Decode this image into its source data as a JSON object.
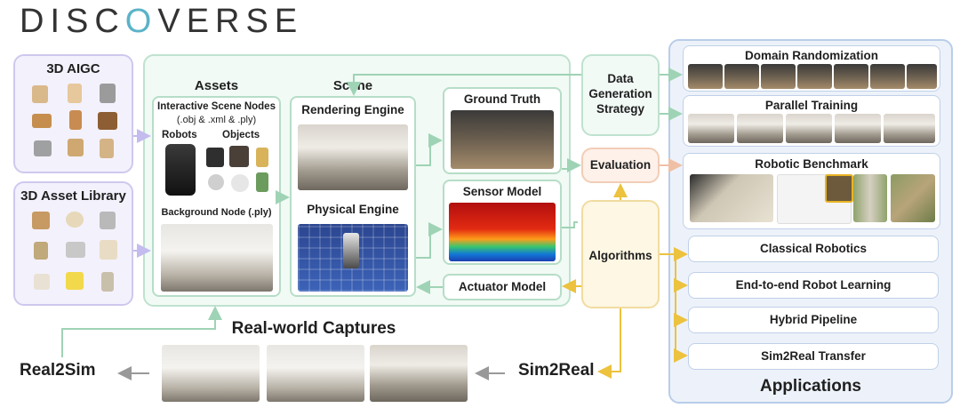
{
  "header": {
    "title_pre": "DISC",
    "title_o": "O",
    "title_post": "VERSE"
  },
  "left": {
    "aigc_label": "3D AIGC",
    "library_label": "3D Asset Library"
  },
  "assets": {
    "label": "Assets",
    "interactive_title": "Interactive Scene Nodes",
    "interactive_formats": "(.obj & .xml & .ply)",
    "robots_label": "Robots",
    "objects_label": "Objects",
    "background_label": "Background Node (.ply)"
  },
  "scene": {
    "label": "Scene",
    "rendering_engine": "Rendering Engine",
    "physical_engine": "Physical Engine"
  },
  "models": {
    "ground_truth": "Ground Truth",
    "sensor_model": "Sensor Model",
    "actuator_model": "Actuator Model"
  },
  "middle": {
    "data_generation_strategy": "Data Generation Strategy",
    "evaluation": "Evaluation",
    "algorithms": "Algorithms"
  },
  "applications": {
    "title": "Applications",
    "domain_randomization": "Domain Randomization",
    "parallel_training": "Parallel Training",
    "robotic_benchmark": "Robotic Benchmark",
    "classical_robotics": "Classical Robotics",
    "end_to_end": "End-to-end Robot Learning",
    "hybrid_pipeline": "Hybrid Pipeline",
    "sim2real_transfer": "Sim2Real Transfer"
  },
  "bottom": {
    "real_world_captures": "Real-world Captures",
    "real2sim": "Real2Sim",
    "sim2real": "Sim2Real"
  },
  "colors": {
    "purple_border": "#cfc8ee",
    "green_border": "#bfe2cf",
    "yellow_border": "#f1dca0",
    "blue_border": "#b9cde9",
    "arrow_purple": "#c4bbef",
    "arrow_green": "#9fd3b5",
    "arrow_yellow": "#ecc23e",
    "arrow_gray": "#999999"
  }
}
